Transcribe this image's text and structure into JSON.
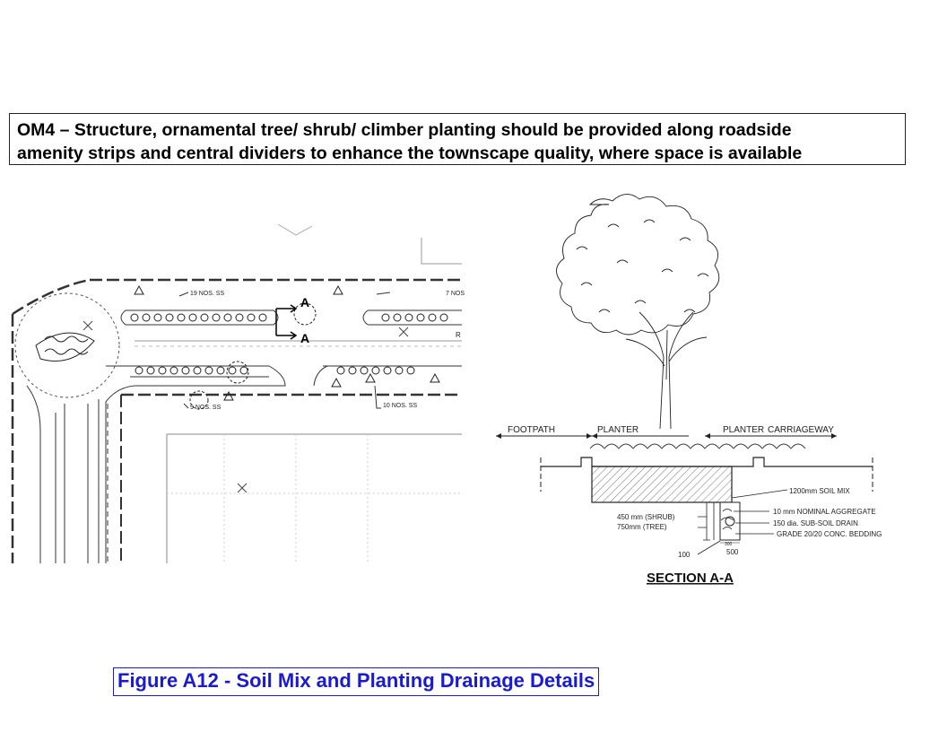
{
  "heading": {
    "line1": "OM4 – Structure, ornamental tree/ shrub/ climber planting should be provided along roadside",
    "line2": "amenity strips and central dividers to enhance the townscape quality, where space is available"
  },
  "plan": {
    "label_19": "19 NOS. SS",
    "label_7": "7 NOS",
    "label_9": "9 NOS. SS",
    "label_10": "10 NOS. SS",
    "section_mark_top": "A",
    "section_mark_bottom": "A",
    "r_mark": "R"
  },
  "section": {
    "footpath": "FOOTPATH",
    "planter_left": "PLANTER",
    "planter_right": "PLANTER",
    "carriageway": "CARRIAGEWAY",
    "soil_mix": "1200mm SOIL MIX",
    "aggregate": "10 mm NOMINAL AGGREGATE",
    "subsoil_drain": "150 dia. SUB-SOIL DRAIN",
    "bedding": "GRADE 20/20 CONC. BEDDING",
    "depth_shrub": "450 mm (SHRUB)",
    "depth_tree": "750mm (TREE)",
    "dim_100": "100",
    "dim_300": "300",
    "dim_500": "500",
    "title": "SECTION A-A"
  },
  "caption": "Figure A12 - Soil Mix and Planting Drainage Details"
}
